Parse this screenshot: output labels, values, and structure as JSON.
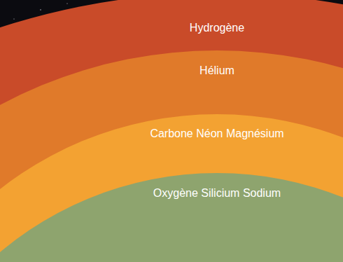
{
  "diagram": {
    "nodes": [
      {
        "text": [
          "Hydrogène"
        ]
      },
      {
        "text": [
          "Hélium"
        ]
      },
      {
        "text": [
          "Carbone Néon Magnésium"
        ]
      },
      {
        "text": [
          "Oxygène Silicium Sodium"
        ]
      }
    ]
  }
}
